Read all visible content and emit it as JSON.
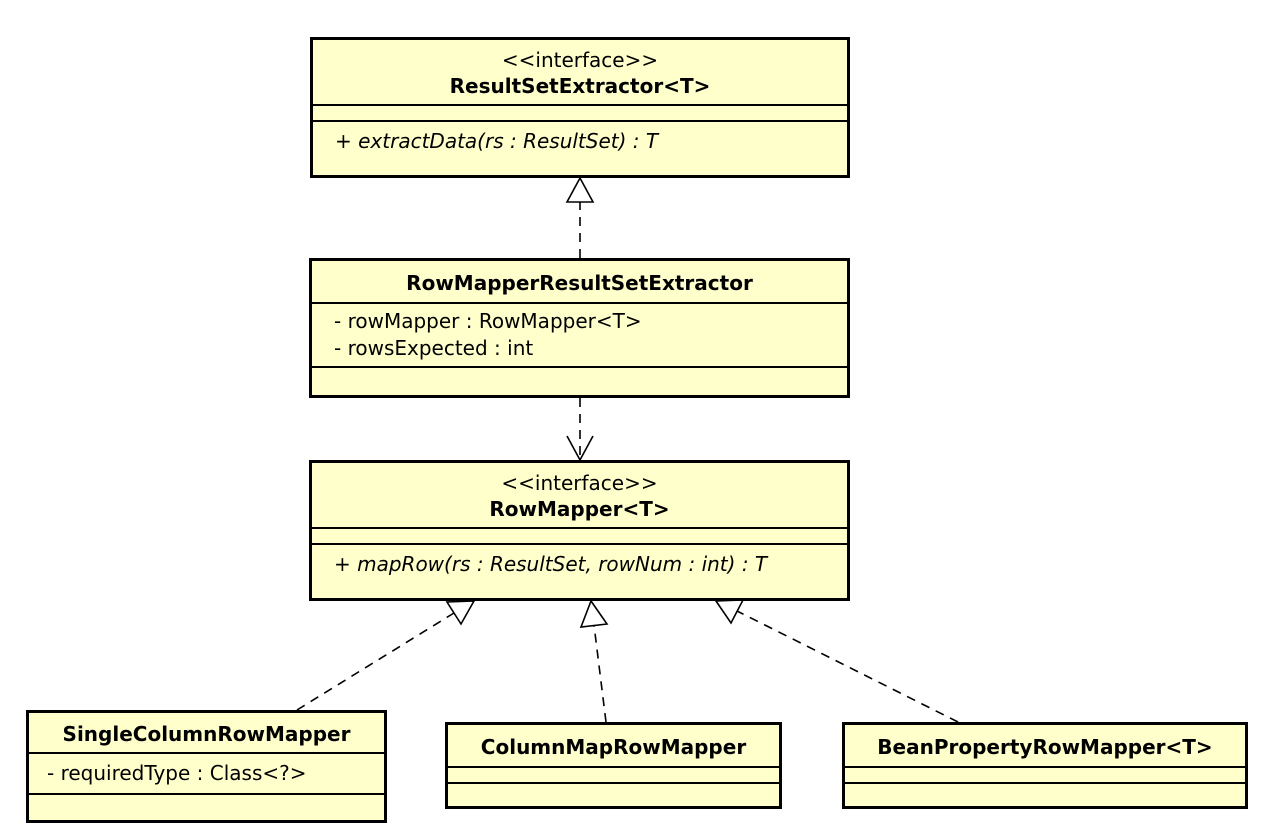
{
  "diagram": {
    "classes": {
      "result_set_extractor": {
        "stereotype": "<<interface>>",
        "name": "ResultSetExtractor<T>",
        "attributes": [],
        "operations": [
          "+ extractData(rs : ResultSet) : T"
        ]
      },
      "row_mapper_result_set_extractor": {
        "name": "RowMapperResultSetExtractor",
        "attributes": [
          "- rowMapper : RowMapper<T>",
          "- rowsExpected : int"
        ],
        "operations": []
      },
      "row_mapper": {
        "stereotype": "<<interface>>",
        "name": "RowMapper<T>",
        "attributes": [],
        "operations": [
          "+ mapRow(rs : ResultSet, rowNum : int) : T"
        ]
      },
      "single_column_row_mapper": {
        "name": "SingleColumnRowMapper",
        "attributes": [
          "- requiredType : Class<?>"
        ],
        "operations": []
      },
      "column_map_row_mapper": {
        "name": "ColumnMapRowMapper",
        "attributes": [],
        "operations": []
      },
      "bean_property_row_mapper": {
        "name": "BeanPropertyRowMapper<T>",
        "attributes": [],
        "operations": []
      }
    },
    "relationships": [
      {
        "from": "RowMapperResultSetExtractor",
        "to": "ResultSetExtractor<T>",
        "type": "realization"
      },
      {
        "from": "RowMapperResultSetExtractor",
        "to": "RowMapper<T>",
        "type": "dependency"
      },
      {
        "from": "SingleColumnRowMapper",
        "to": "RowMapper<T>",
        "type": "realization"
      },
      {
        "from": "ColumnMapRowMapper",
        "to": "RowMapper<T>",
        "type": "realization"
      },
      {
        "from": "BeanPropertyRowMapper<T>",
        "to": "RowMapper<T>",
        "type": "realization"
      }
    ],
    "colors": {
      "class_fill": "#ffffcc",
      "line": "#000000"
    }
  }
}
